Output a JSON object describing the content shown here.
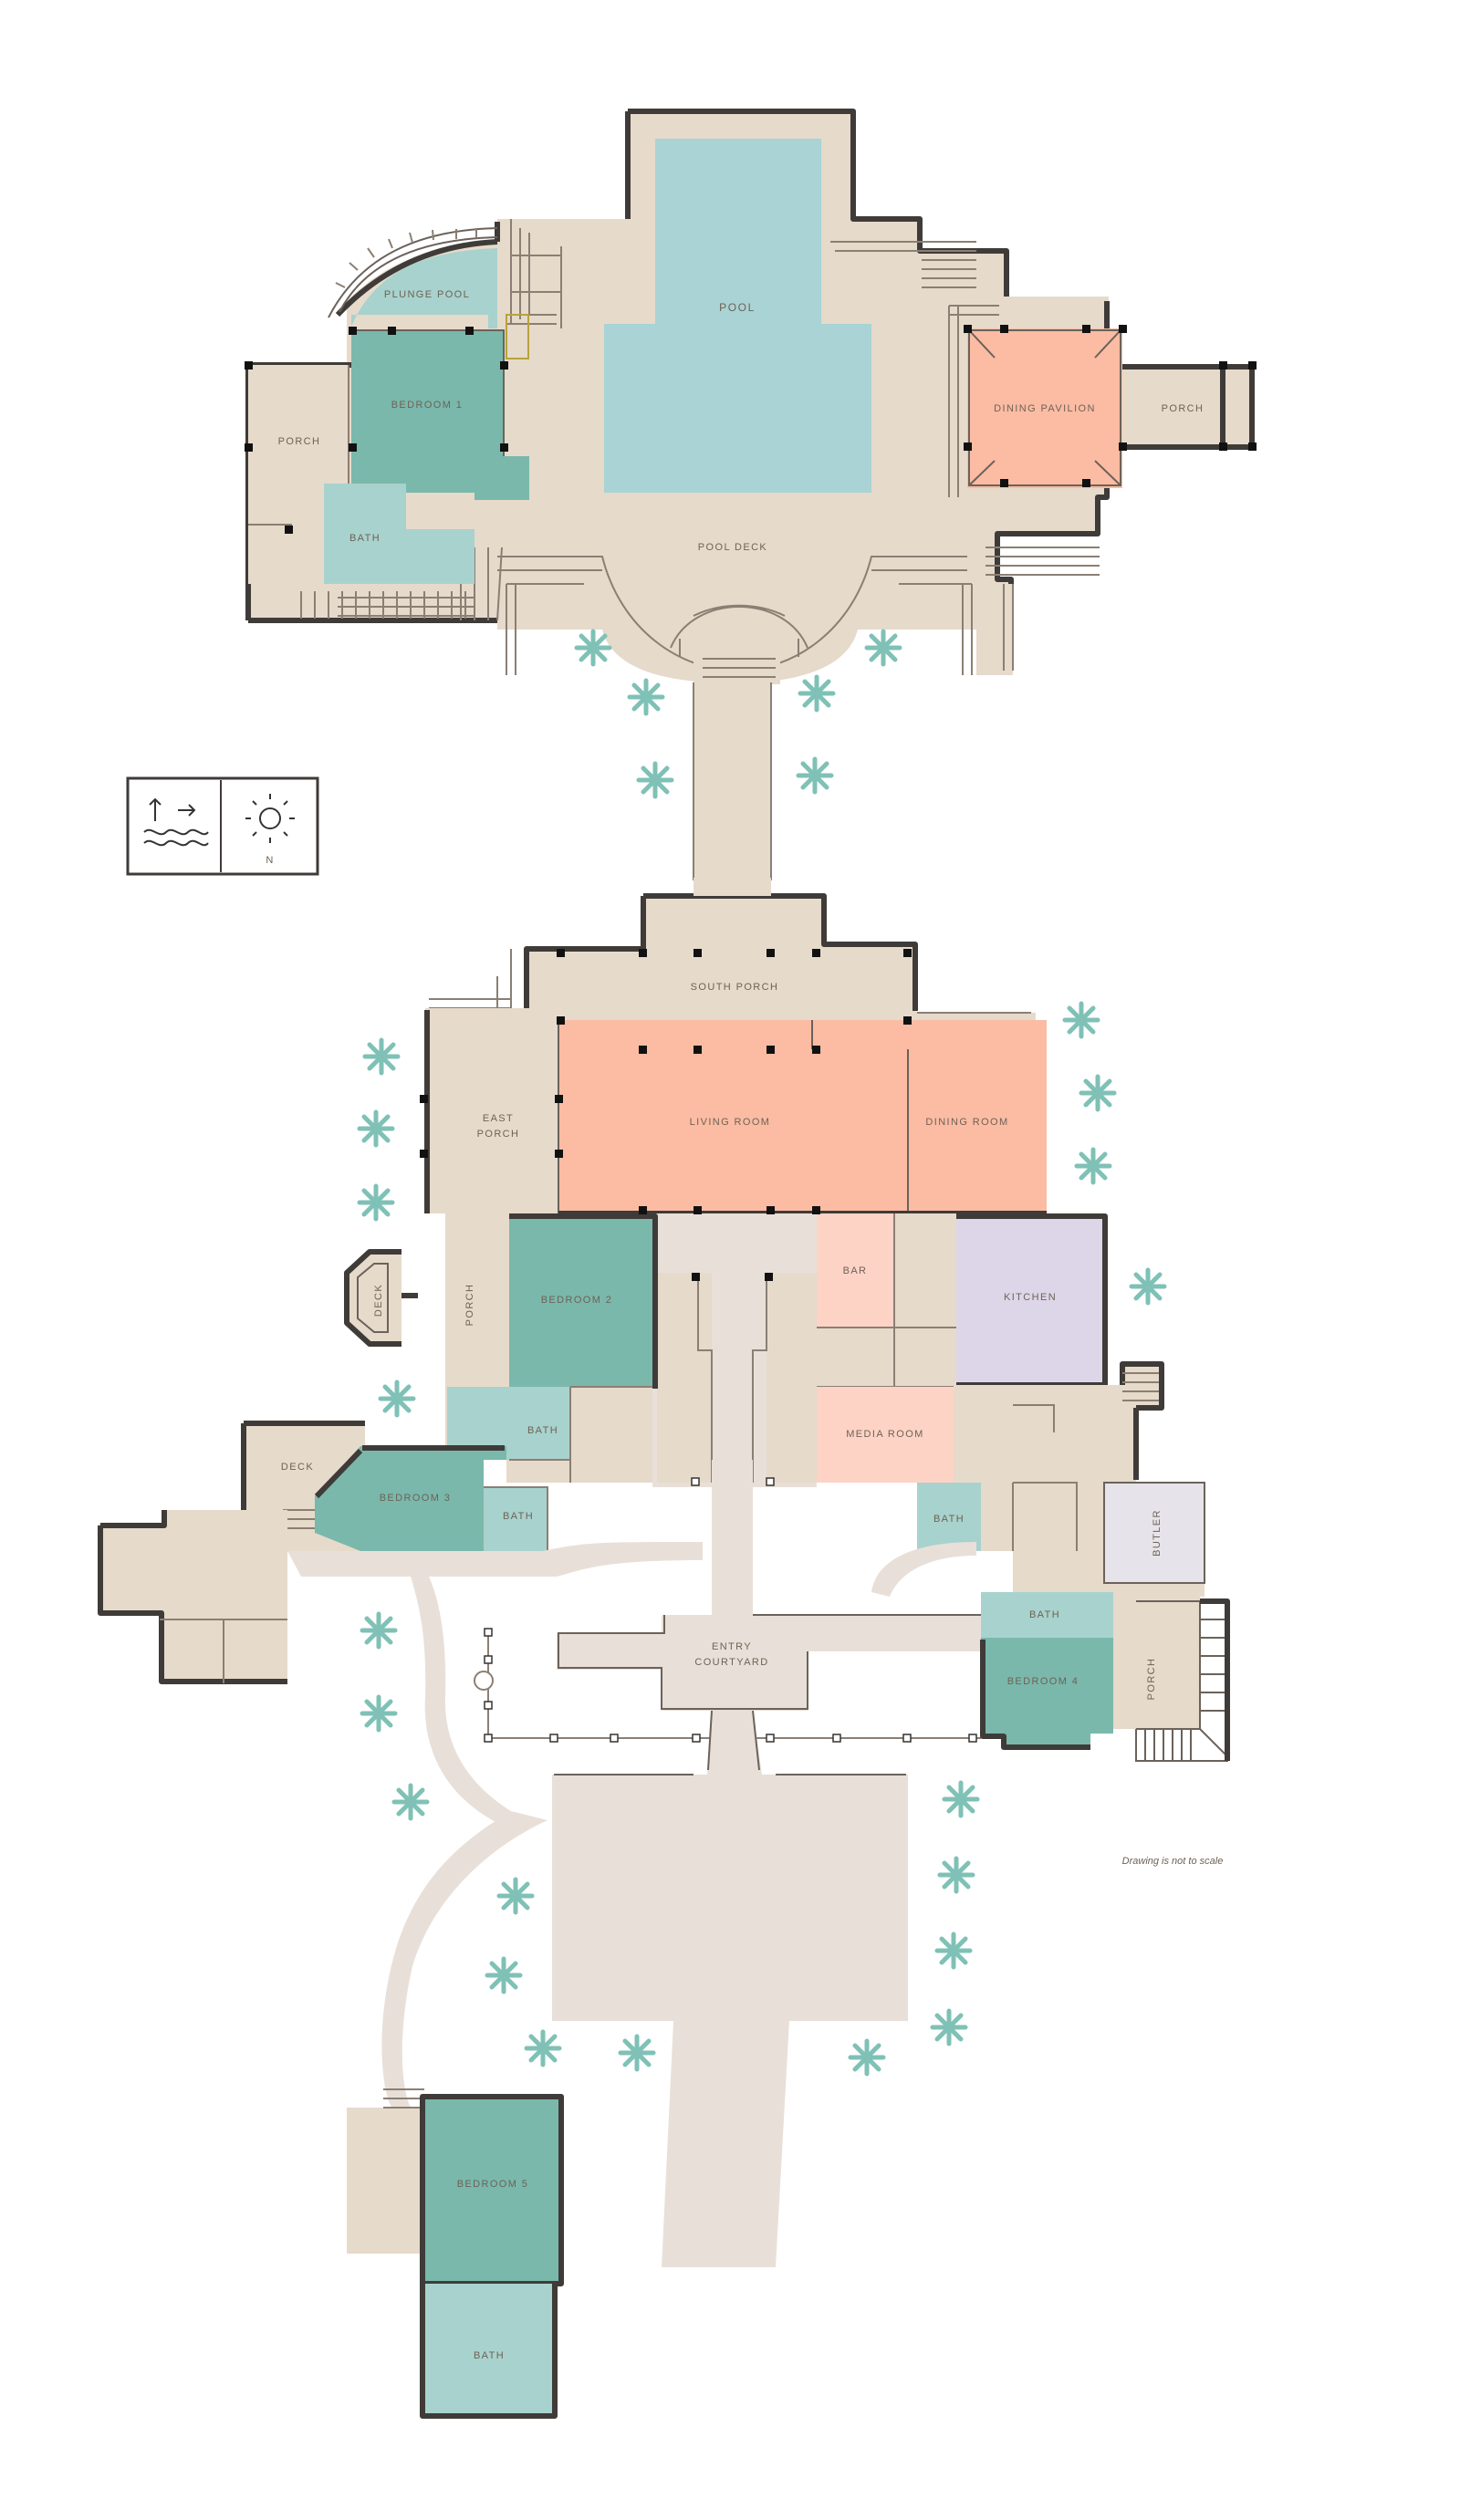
{
  "labels": {
    "plunge_pool": "PLUNGE POOL",
    "pool": "POOL",
    "bedroom_1": "BEDROOM 1",
    "porch_west": "PORCH",
    "bath_1": "BATH",
    "pool_deck": "POOL DECK",
    "dining_pavilion": "DINING PAVILION",
    "porch_east": "PORCH",
    "south_porch": "SOUTH PORCH",
    "east_porch_line1": "EAST",
    "east_porch_line2": "PORCH",
    "living_room": "LIVING ROOM",
    "dining_room": "DINING ROOM",
    "deck_side": "DECK",
    "porch_side": "PORCH",
    "bedroom_2": "BEDROOM 2",
    "bar": "BAR",
    "kitchen": "KITCHEN",
    "bath_2": "BATH",
    "media_room": "MEDIA ROOM",
    "deck_west": "DECK",
    "bedroom_3": "BEDROOM 3",
    "bath_3": "BATH",
    "bath_media": "BATH",
    "butler": "BUTLER",
    "entry_line1": "ENTRY",
    "entry_line2": "COURTYARD",
    "bath_4": "BATH",
    "bedroom_4": "BEDROOM 4",
    "porch_bed4": "PORCH",
    "bedroom_5": "BEDROOM 5",
    "bath_5": "BATH",
    "north_letter": "N"
  },
  "note": "Drawing is not to scale",
  "legend": {
    "items": [
      "wind-direction-icon",
      "compass-sun-icon"
    ]
  },
  "colors": {
    "floor": "#e6dacb",
    "pathway": "#e8e0d8",
    "bedroom": "#7ab8ac",
    "bath": "#a8d2cd",
    "pool": "#a9d3d4",
    "living": "#fbbca3",
    "bar_media": "#fdd3c6",
    "kitchen": "#ddd6e9",
    "butler": "#e6e4ea",
    "palm": "#7fc1b6",
    "wall": "#3f3b38"
  }
}
